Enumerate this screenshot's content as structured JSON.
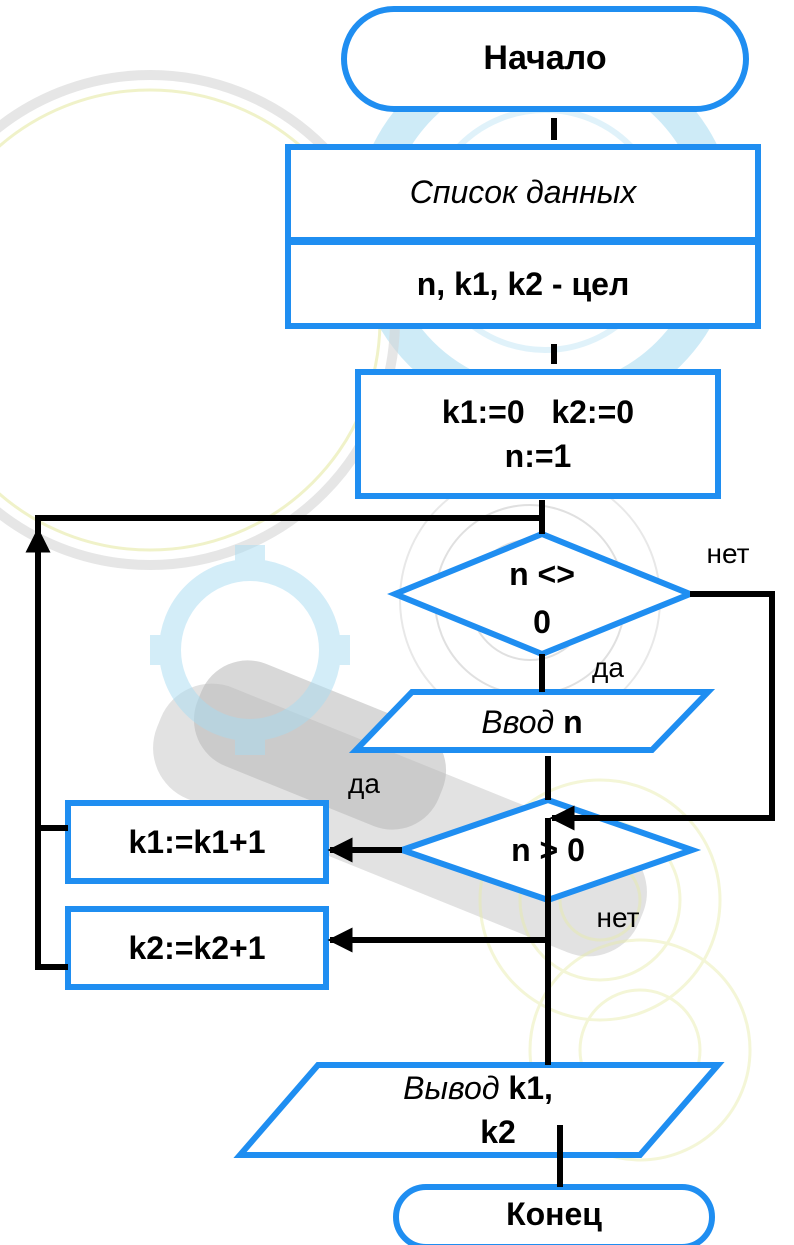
{
  "flowchart": {
    "start": "Начало",
    "data_list_header": "Список данных",
    "variables": "n, k1, k2 - цел",
    "init_line1": "k1:=0   k2:=0",
    "init_line2": "n:=1",
    "loop_condition_line1": "n <>",
    "loop_condition_line2": "0",
    "loop_yes": "да",
    "loop_no": "нет",
    "input_keyword": "Ввод",
    "input_var": "n",
    "sign_condition": "n > 0",
    "sign_yes": "да",
    "sign_no": "нет",
    "inc_k1": "k1:=k1+1",
    "inc_k2": "k2:=k2+1",
    "output_keyword": "Вывод",
    "output_vars_line1": "k1,",
    "output_vars_line2": "k2",
    "end": "Конец"
  },
  "colors": {
    "block_stroke": "#1f8ef1",
    "connector": "#000000",
    "background_decor_blue": "#a7dcf2",
    "background_decor_yellow": "#e8ecb0"
  }
}
